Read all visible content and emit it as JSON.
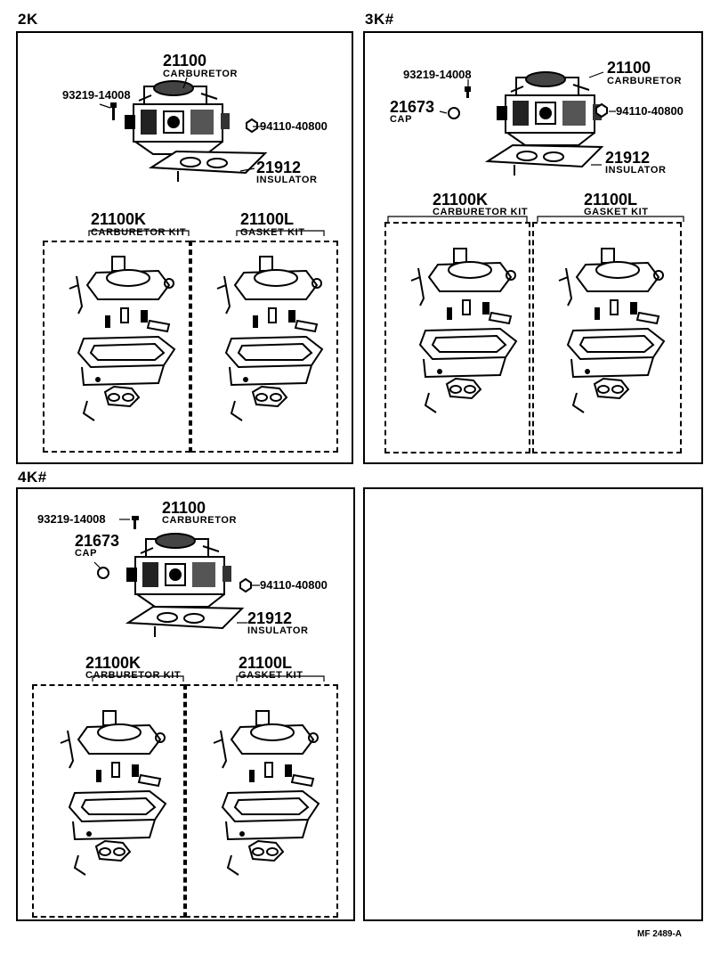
{
  "panels": {
    "p2k": {
      "label": "2K",
      "carb_num": "21100",
      "carb_name": "CARBURETOR",
      "bolt": "93219-14008",
      "nut": "94110-40800",
      "ins_num": "21912",
      "ins_name": "INSULATOR",
      "kit_num": "21100K",
      "kit_name": "CARBURETOR KIT",
      "gasket_num": "21100L",
      "gasket_name": "GASKET KIT"
    },
    "p3k": {
      "label": "3K#",
      "carb_num": "21100",
      "carb_name": "CARBURETOR",
      "bolt": "93219-14008",
      "cap_num": "21673",
      "cap_name": "CAP",
      "nut": "94110-40800",
      "ins_num": "21912",
      "ins_name": "INSULATOR",
      "kit_num": "21100K",
      "kit_name": "CARBURETOR KIT",
      "gasket_num": "21100L",
      "gasket_name": "GASKET KIT"
    },
    "p4k": {
      "label": "4K#",
      "carb_num": "21100",
      "carb_name": "CARBURETOR",
      "bolt": "93219-14008",
      "cap_num": "21673",
      "cap_name": "CAP",
      "nut": "94110-40800",
      "ins_num": "21912",
      "ins_name": "INSULATOR",
      "kit_num": "21100K",
      "kit_name": "CARBURETOR KIT",
      "gasket_num": "21100L",
      "gasket_name": "GASKET KIT"
    }
  },
  "footer": "MF  2489-A"
}
